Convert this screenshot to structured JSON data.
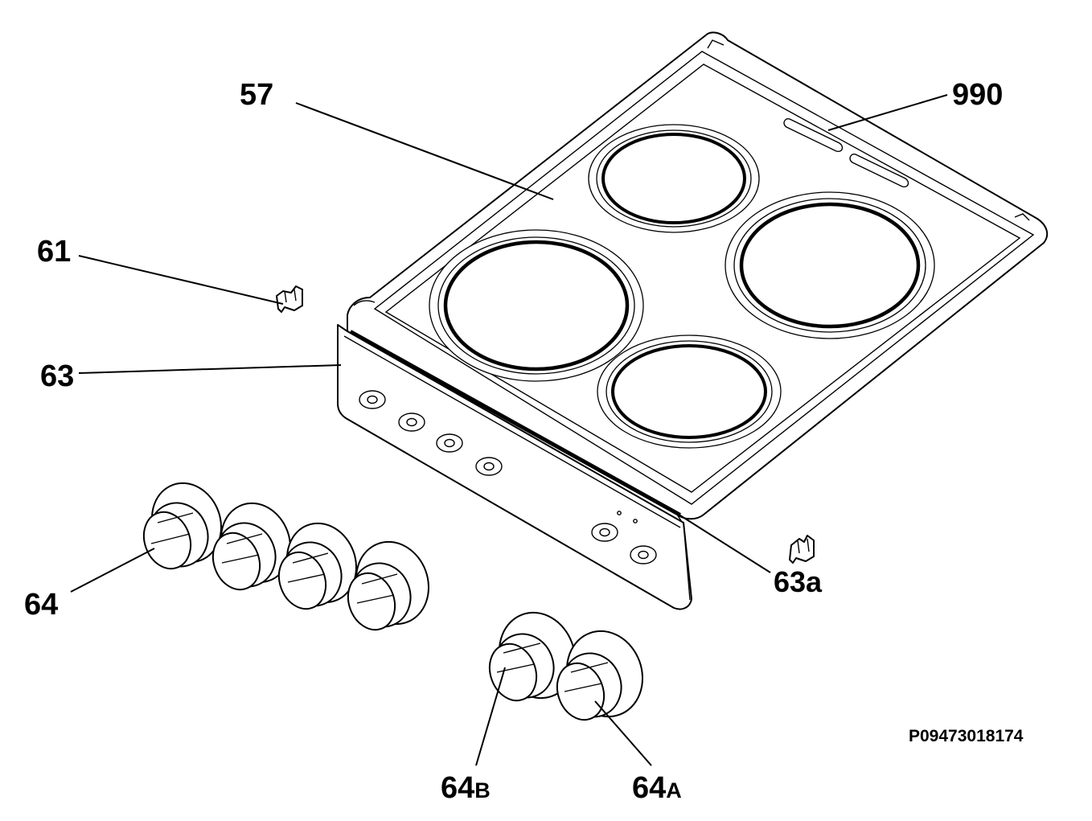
{
  "diagram": {
    "labels": {
      "top_plate": "57",
      "label_plate": "990",
      "left_clip": "61",
      "control_panel": "63",
      "right_clip": "63a",
      "knobs": "64",
      "knob_b_number": "64",
      "knob_b_letter": "B",
      "knob_a_number": "64",
      "knob_a_letter": "A"
    },
    "drawing_code": "P09473018174"
  }
}
